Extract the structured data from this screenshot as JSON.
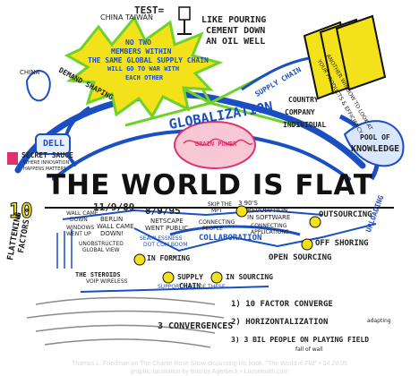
{
  "top": {
    "test_label": "TEST=",
    "test_value": "CHINA TAIWAN",
    "like_pouring": [
      "LIKE POURING",
      "CEMENT DOWN",
      "AN OIL WELL"
    ]
  },
  "starburst": [
    "NO TWO",
    "MEMBERS WITHIN",
    "THE SAME GLOBAL SUPPLY CHAIN",
    "WILL GO TO WAR WITH",
    "EACH OTHER"
  ],
  "left": {
    "china": "CHINA",
    "demand": "DEMAND SHAPING",
    "dell": "DELL",
    "secret_sauce": [
      "SECRET SAUCE",
      "WHERE INNOVATION",
      "HAPPENS MATTERS"
    ]
  },
  "center": {
    "globalization": "GLOBALIZATION",
    "brain": "BRAIN POWER",
    "title": "THE WORLD IS FLAT"
  },
  "right": {
    "another_window": [
      "ANOTHER WINDOW TO LOOK AT",
      "YOUR PRODUCTS & EFFICIENCY"
    ],
    "supply_chain": "SUPPLY CHAIN",
    "levels": [
      "COUNTRY",
      "COMPANY",
      "INDIVIDUAL"
    ],
    "pool": [
      "POOL OF",
      "KNOWLEDGE"
    ]
  },
  "factors": {
    "number": "10",
    "label": [
      "FLATTENING",
      "FACTORS"
    ],
    "wall_left": [
      "WALL CAME",
      "DOWN",
      "WINDOWS",
      "WENT UP"
    ],
    "date1": "11/9/89",
    "berlin": [
      "BERLIN",
      "WALL CAME",
      "DOWN!"
    ],
    "unobstructed": [
      "UNOBSTRUCTED",
      "GLOBAL VIEW"
    ],
    "date2": "8/9/95",
    "netscape": [
      "NETSCAPE",
      "WENT PUBLIC"
    ],
    "dotcom": [
      "SEAMLESSNESS",
      "DOT COM BOOM"
    ],
    "skip": [
      "SKIP THE",
      "MPT"
    ],
    "ninety": [
      "3 90'S",
      "REVOLUTION",
      "IN SOFTWARE",
      "CONNECTING",
      "APPLICATIONS"
    ],
    "connecting_people": [
      "CONNECTING",
      "PEOPLE"
    ],
    "collaboration": "COLLABORATION",
    "outsourcing": "OUTSOURCING",
    "off_shoring": "OFF SHORING",
    "open_sourcing": "OPEN SOURCING",
    "uploading": "UPLOADING",
    "in_forming": "IN FORMING",
    "supply_chain": [
      "SUPPLY",
      "CHAIN"
    ],
    "in_sourcing": "IN SOURCING",
    "steroids": [
      "THE STEROIDS",
      "VOIP WIRELESS"
    ],
    "supports": "SUPPORTS ALL OF THESE"
  },
  "convergences": {
    "label": "3 CONVERGENCES",
    "items": [
      "1) 10 FACTOR CONVERGE",
      "2) HORIZONTALIZATION",
      "3) 3 BIL PEOPLE ON PLAYING FIELD"
    ],
    "notes": [
      "adapting",
      "fall of wall"
    ]
  },
  "caption": [
    "Thomas L. Friedman on The Charlie Rose Show discussing his book, \"The World is Flat\" • 04.28.05",
    "graphic facilitation by Brandy Agerbeck • Loosetooth.com"
  ],
  "colors": {
    "blue": "#1a4fc4",
    "green": "#6fd12a",
    "yellow": "#f3e21a",
    "pink": "#e0306e",
    "black": "#111111",
    "grey": "#8a8a8a"
  }
}
